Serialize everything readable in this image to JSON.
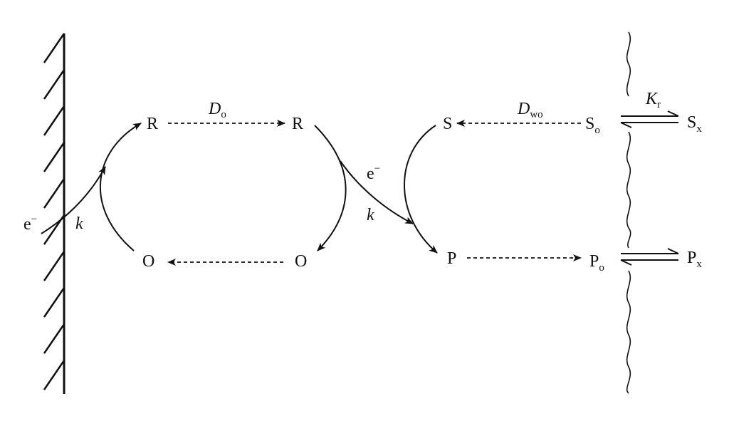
{
  "species": {
    "R_left": "R",
    "R_right": "R",
    "O_left": "O",
    "O_right": "O",
    "S": "S",
    "P": "P",
    "S_o": {
      "base": "S",
      "sub": "o"
    },
    "P_o": {
      "base": "P",
      "sub": "o"
    },
    "S_x": {
      "base": "S",
      "sub": "x"
    },
    "P_x": {
      "base": "P",
      "sub": "x"
    }
  },
  "labels": {
    "D_o": {
      "base": "D",
      "sub": "o"
    },
    "D_wo": {
      "base": "D",
      "sub": "wo"
    },
    "K_r": {
      "base": "K",
      "sub": "r"
    },
    "electron_left": {
      "base": "e",
      "sup": "−"
    },
    "electron_mid": {
      "base": "e",
      "sup": "−"
    },
    "k_left": "k",
    "k_mid": "k"
  }
}
